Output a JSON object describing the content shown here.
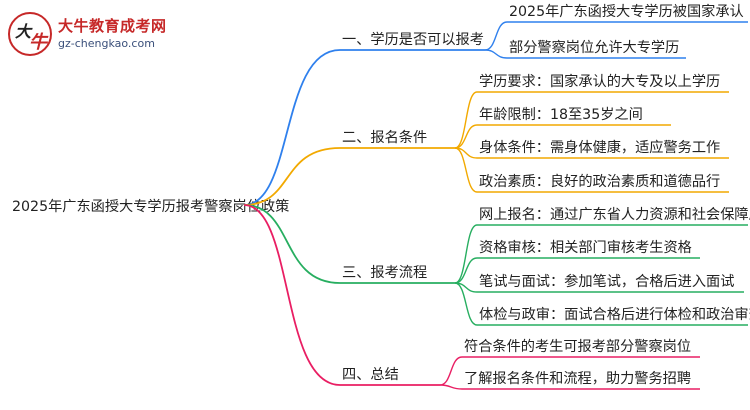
{
  "brand": {
    "logo_char_1": "大",
    "logo_char_2": "牛",
    "name": "大牛教育成考网",
    "url": "gz-chengkao.com"
  },
  "root": {
    "label": "2025年广东函授大专学历报考警察岗位政策"
  },
  "colors": {
    "branch_1": "#2f80ed",
    "branch_2": "#f2a900",
    "branch_3": "#27ae60",
    "branch_4": "#e91e63"
  },
  "branches": [
    {
      "label": "一、学历是否可以报考",
      "children": [
        "2025年广东函授大专学历被国家承认",
        "部分警察岗位允许大专学历"
      ]
    },
    {
      "label": "二、报名条件",
      "children": [
        "学历要求：国家承认的大专及以上学历",
        "年龄限制：18至35岁之间",
        "身体条件：需身体健康，适应警务工作",
        "政治素质：良好的政治素质和道德品行"
      ]
    },
    {
      "label": "三、报考流程",
      "children": [
        "网上报名：通过广东省人力资源和社会保障厅网站",
        "资格审核：相关部门审核考生资格",
        "笔试与面试：参加笔试，合格后进入面试",
        "体检与政审：面试合格后进行体检和政治审查"
      ]
    },
    {
      "label": "四、总结",
      "children": [
        "符合条件的考生可报考部分警察岗位",
        "了解报名条件和流程，助力警务招聘"
      ]
    }
  ]
}
